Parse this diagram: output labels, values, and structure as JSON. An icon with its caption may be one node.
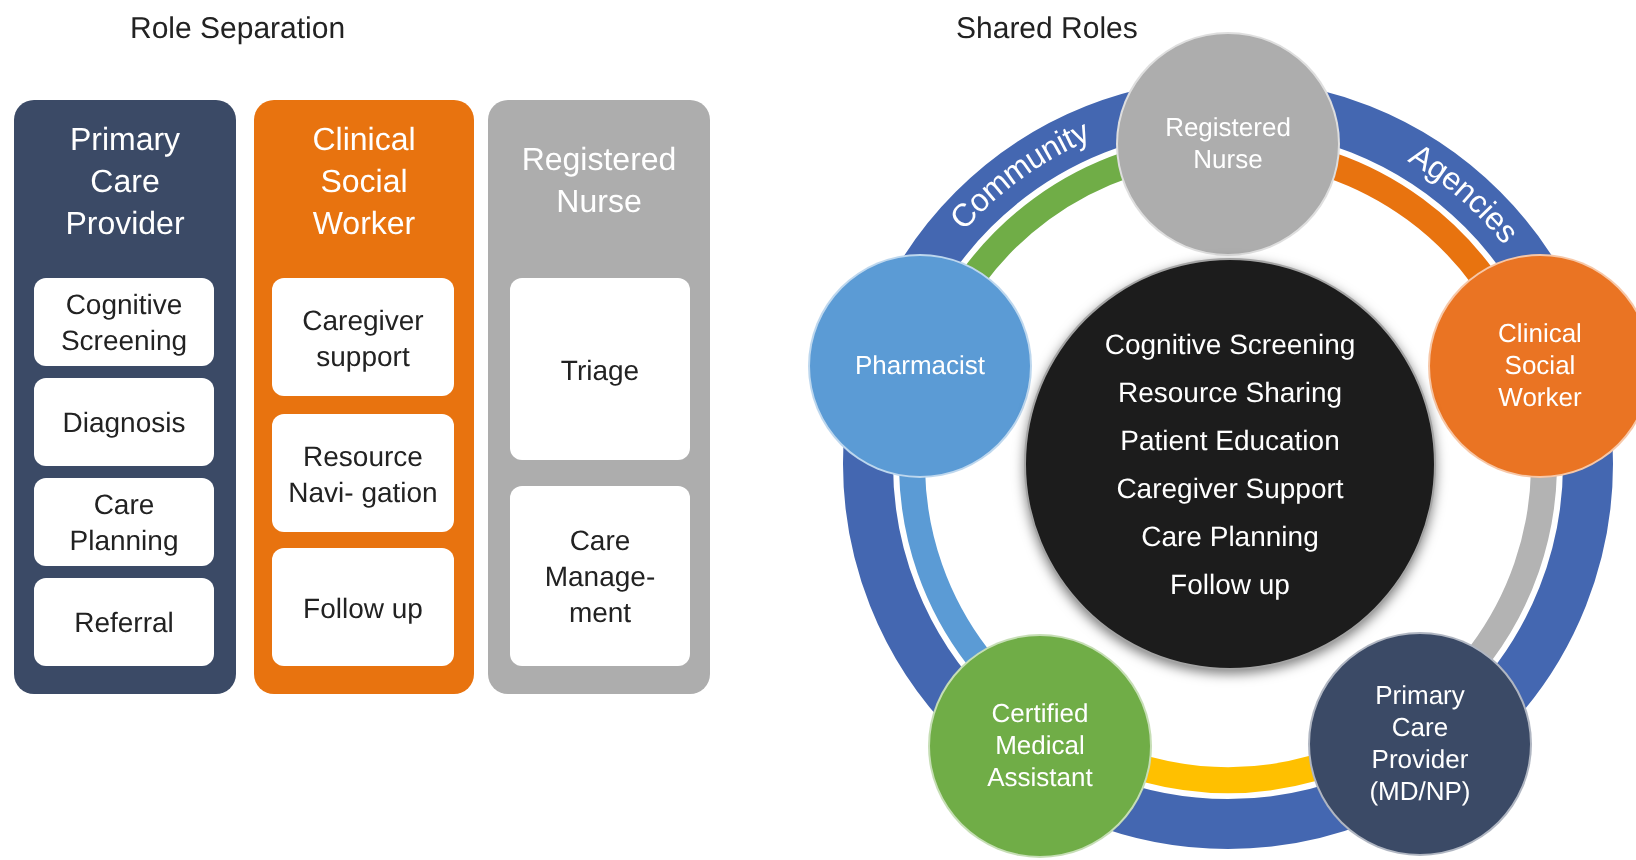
{
  "diagram": {
    "nodes": [
      {
        "text": [
          "Primary Care Provider"
        ]
      },
      {
        "text": [
          "Cognitive Screening"
        ],
        "in": 0
      },
      {
        "text": [
          "Diagnosis"
        ],
        "in": 0
      },
      {
        "text": [
          "Care Planning"
        ],
        "in": 0
      },
      {
        "text": [
          "Referral"
        ],
        "in": 0
      },
      {
        "text": [
          "Clinical Social Worker"
        ]
      },
      {
        "text": [
          "Caregiver support"
        ],
        "in": 5
      },
      {
        "text": [
          "Resource Navi- gation"
        ],
        "in": 5
      },
      {
        "text": [
          "Follow up"
        ],
        "in": 5
      },
      {
        "text": [
          "Registered Nurse"
        ]
      },
      {
        "text": [
          "Triage"
        ],
        "in": 9
      },
      {
        "text": [
          "Care Manage- ment"
        ],
        "in": 9
      },
      {
        "text": [
          "Community",
          "Agencies"
        ]
      },
      {
        "text": [
          "Registered Nurse"
        ]
      },
      {
        "text": [
          "Clinical Social Worker"
        ]
      },
      {
        "text": [
          "Primary Care Provider (MD/NP)"
        ]
      },
      {
        "text": [
          "Certified Medical Assistant"
        ]
      },
      {
        "text": [
          "Pharmacist"
        ]
      },
      {
        "text": [
          "Cognitive Screening",
          "Resource Sharing",
          "Patient Education",
          "Caregiver Support",
          "Care Planning",
          "Follow up"
        ],
        "in": 12
      }
    ],
    "edges": [
      {
        "from": 13,
        "to": 14,
        "arrow": "none",
        "color": "#e8730f"
      },
      {
        "from": 14,
        "to": 15,
        "arrow": "none",
        "color": "#b3b3b3"
      },
      {
        "from": 15,
        "to": 16,
        "arrow": "none",
        "color": "#ffc000"
      },
      {
        "from": 16,
        "to": 17,
        "arrow": "none",
        "color": "#5b9bd5"
      },
      {
        "from": 17,
        "to": 13,
        "arrow": "none",
        "color": "#70ad47"
      }
    ],
    "labels": [
      "Role Separation",
      "Shared Roles"
    ]
  }
}
